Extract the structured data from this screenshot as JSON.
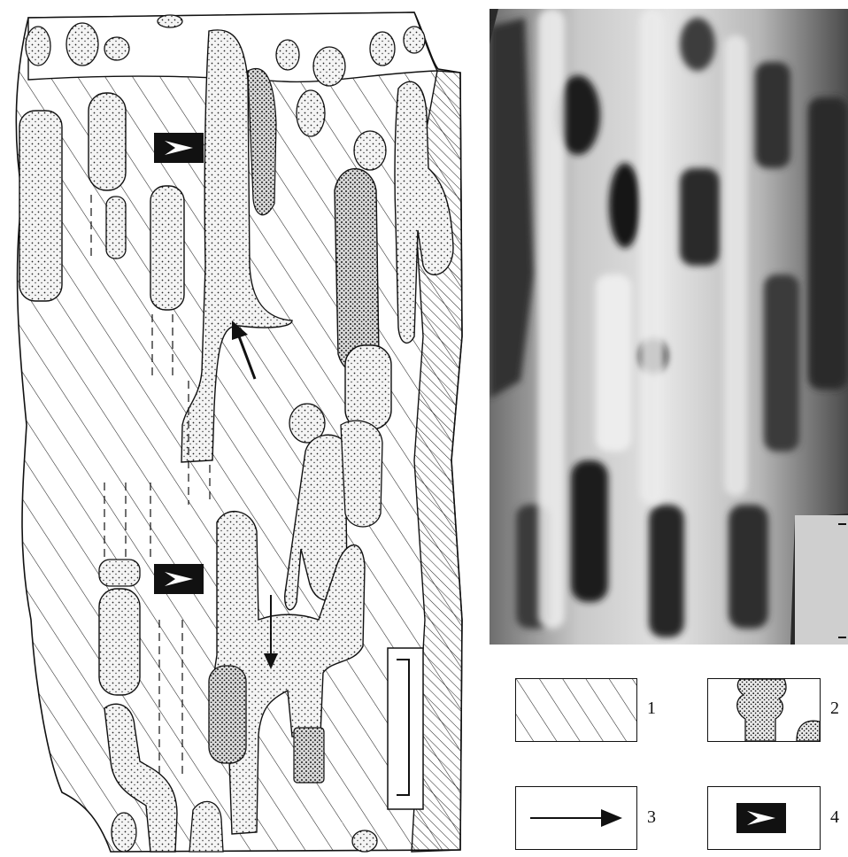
{
  "drawing": {
    "fill_pattern": "diagonal-hatch",
    "burrow_fill": "stippled"
  },
  "photo": {
    "style": "grayscale"
  },
  "legend": [
    {
      "number": "1",
      "symbol": "hatched-rectangle-symbol"
    },
    {
      "number": "2",
      "symbol": "stippled-burrows-symbol"
    },
    {
      "number": "3",
      "symbol": "arrow-symbol"
    },
    {
      "number": "4",
      "symbol": "arrowhead-marker-symbol"
    }
  ],
  "colors": {
    "ink": "#111111",
    "paper": "#ffffff",
    "photo_dark": "#1c1c1c",
    "photo_light": "#e6e6e6"
  }
}
